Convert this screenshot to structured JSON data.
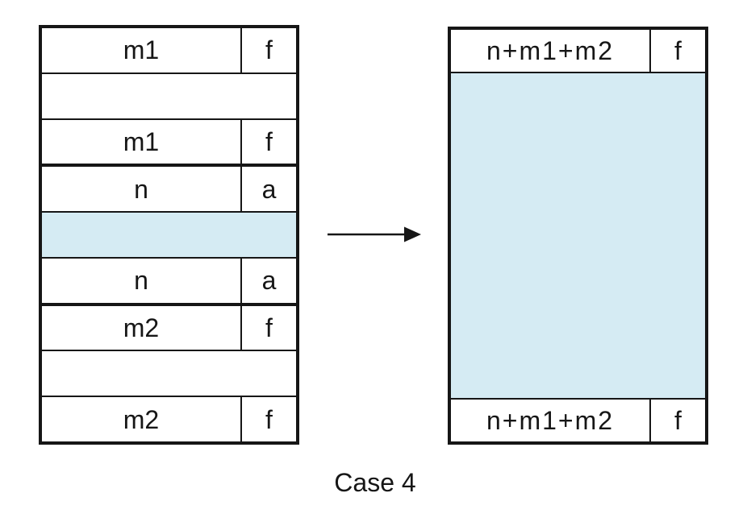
{
  "caption": "Case 4",
  "colors": {
    "background": "#ffffff",
    "line": "#161616",
    "payload_highlight": "#d5ebf3",
    "cell_fill": "#ffffff"
  },
  "icons": {
    "arrow_right": "→"
  },
  "before": {
    "rows": [
      {
        "label": "m1",
        "tag": "f",
        "shaded": false
      },
      {
        "label": "",
        "tag": "",
        "shaded": false
      },
      {
        "label": "m1",
        "tag": "f",
        "shaded": false
      },
      {
        "label": "n",
        "tag": "a",
        "shaded": false
      },
      {
        "label": "",
        "tag": "",
        "shaded": true
      },
      {
        "label": "n",
        "tag": "a",
        "shaded": false
      },
      {
        "label": "m2",
        "tag": "f",
        "shaded": false
      },
      {
        "label": "",
        "tag": "",
        "shaded": false
      },
      {
        "label": "m2",
        "tag": "f",
        "shaded": false
      }
    ]
  },
  "after": {
    "header": {
      "label": "n+m1+m2",
      "tag": "f"
    },
    "payload": {
      "label": "",
      "shaded": true
    },
    "footer": {
      "label": "n+m1+m2",
      "tag": "f"
    }
  }
}
